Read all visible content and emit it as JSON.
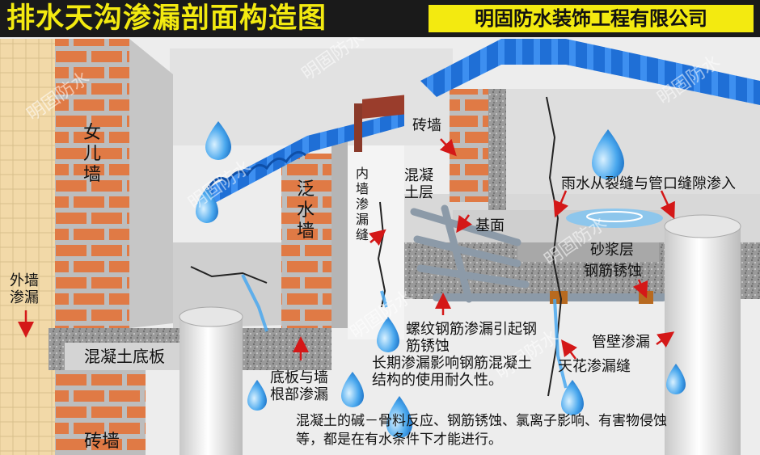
{
  "header": {
    "title": "排水天沟渗漏剖面构造图",
    "company": "明固防水装饰工程有限公司"
  },
  "watermark": "明固防水",
  "labels": {
    "parapet": "女儿墙",
    "flashing_wall": "泛水墙",
    "inner_wall_leak": "内墙渗漏缝",
    "brick_wall_top": "砖墙",
    "concrete_layer": "混凝土层",
    "base": "基面",
    "rain_entry": "雨水从裂缝与管口缝隙渗入",
    "mortar_layer": "砂浆层",
    "rebar_rust": "钢筋锈蚀",
    "outer_wall_leak": "外墙渗漏",
    "floor_slab": "混凝土底板",
    "brick_wall_bottom": "砖墙",
    "slab_wall_root_leak": "底板与墙根部渗漏",
    "rebar_leak": "螺纹钢筋渗漏引起钢筋锈蚀",
    "long_term": "长期渗漏影响钢筋混凝土结构的使用耐久性。",
    "pipe_wall_leak": "管壁渗漏",
    "ceiling_leak": "天花渗漏缝"
  },
  "caption": "混凝土的碱－骨料反应、钢筋锈蚀、氯离子影响、有害物侵蚀等，都是在有水条件下才能进行。",
  "colors": {
    "title_bg": "#1a1a1a",
    "title_text": "#f3ea10",
    "company_bg": "#f3ea10",
    "brick": "#e07a45",
    "concrete": "#cfcfcf",
    "roof_blue": "#1f6fd6",
    "water": "#4aa8ee",
    "tile": "#f2d9a8",
    "arrow": "#d41818",
    "rust": "#b86a20"
  },
  "icons": [
    "water-drop-icon",
    "crack-icon",
    "arrow-icon",
    "pipe-icon",
    "rebar-icon"
  ]
}
